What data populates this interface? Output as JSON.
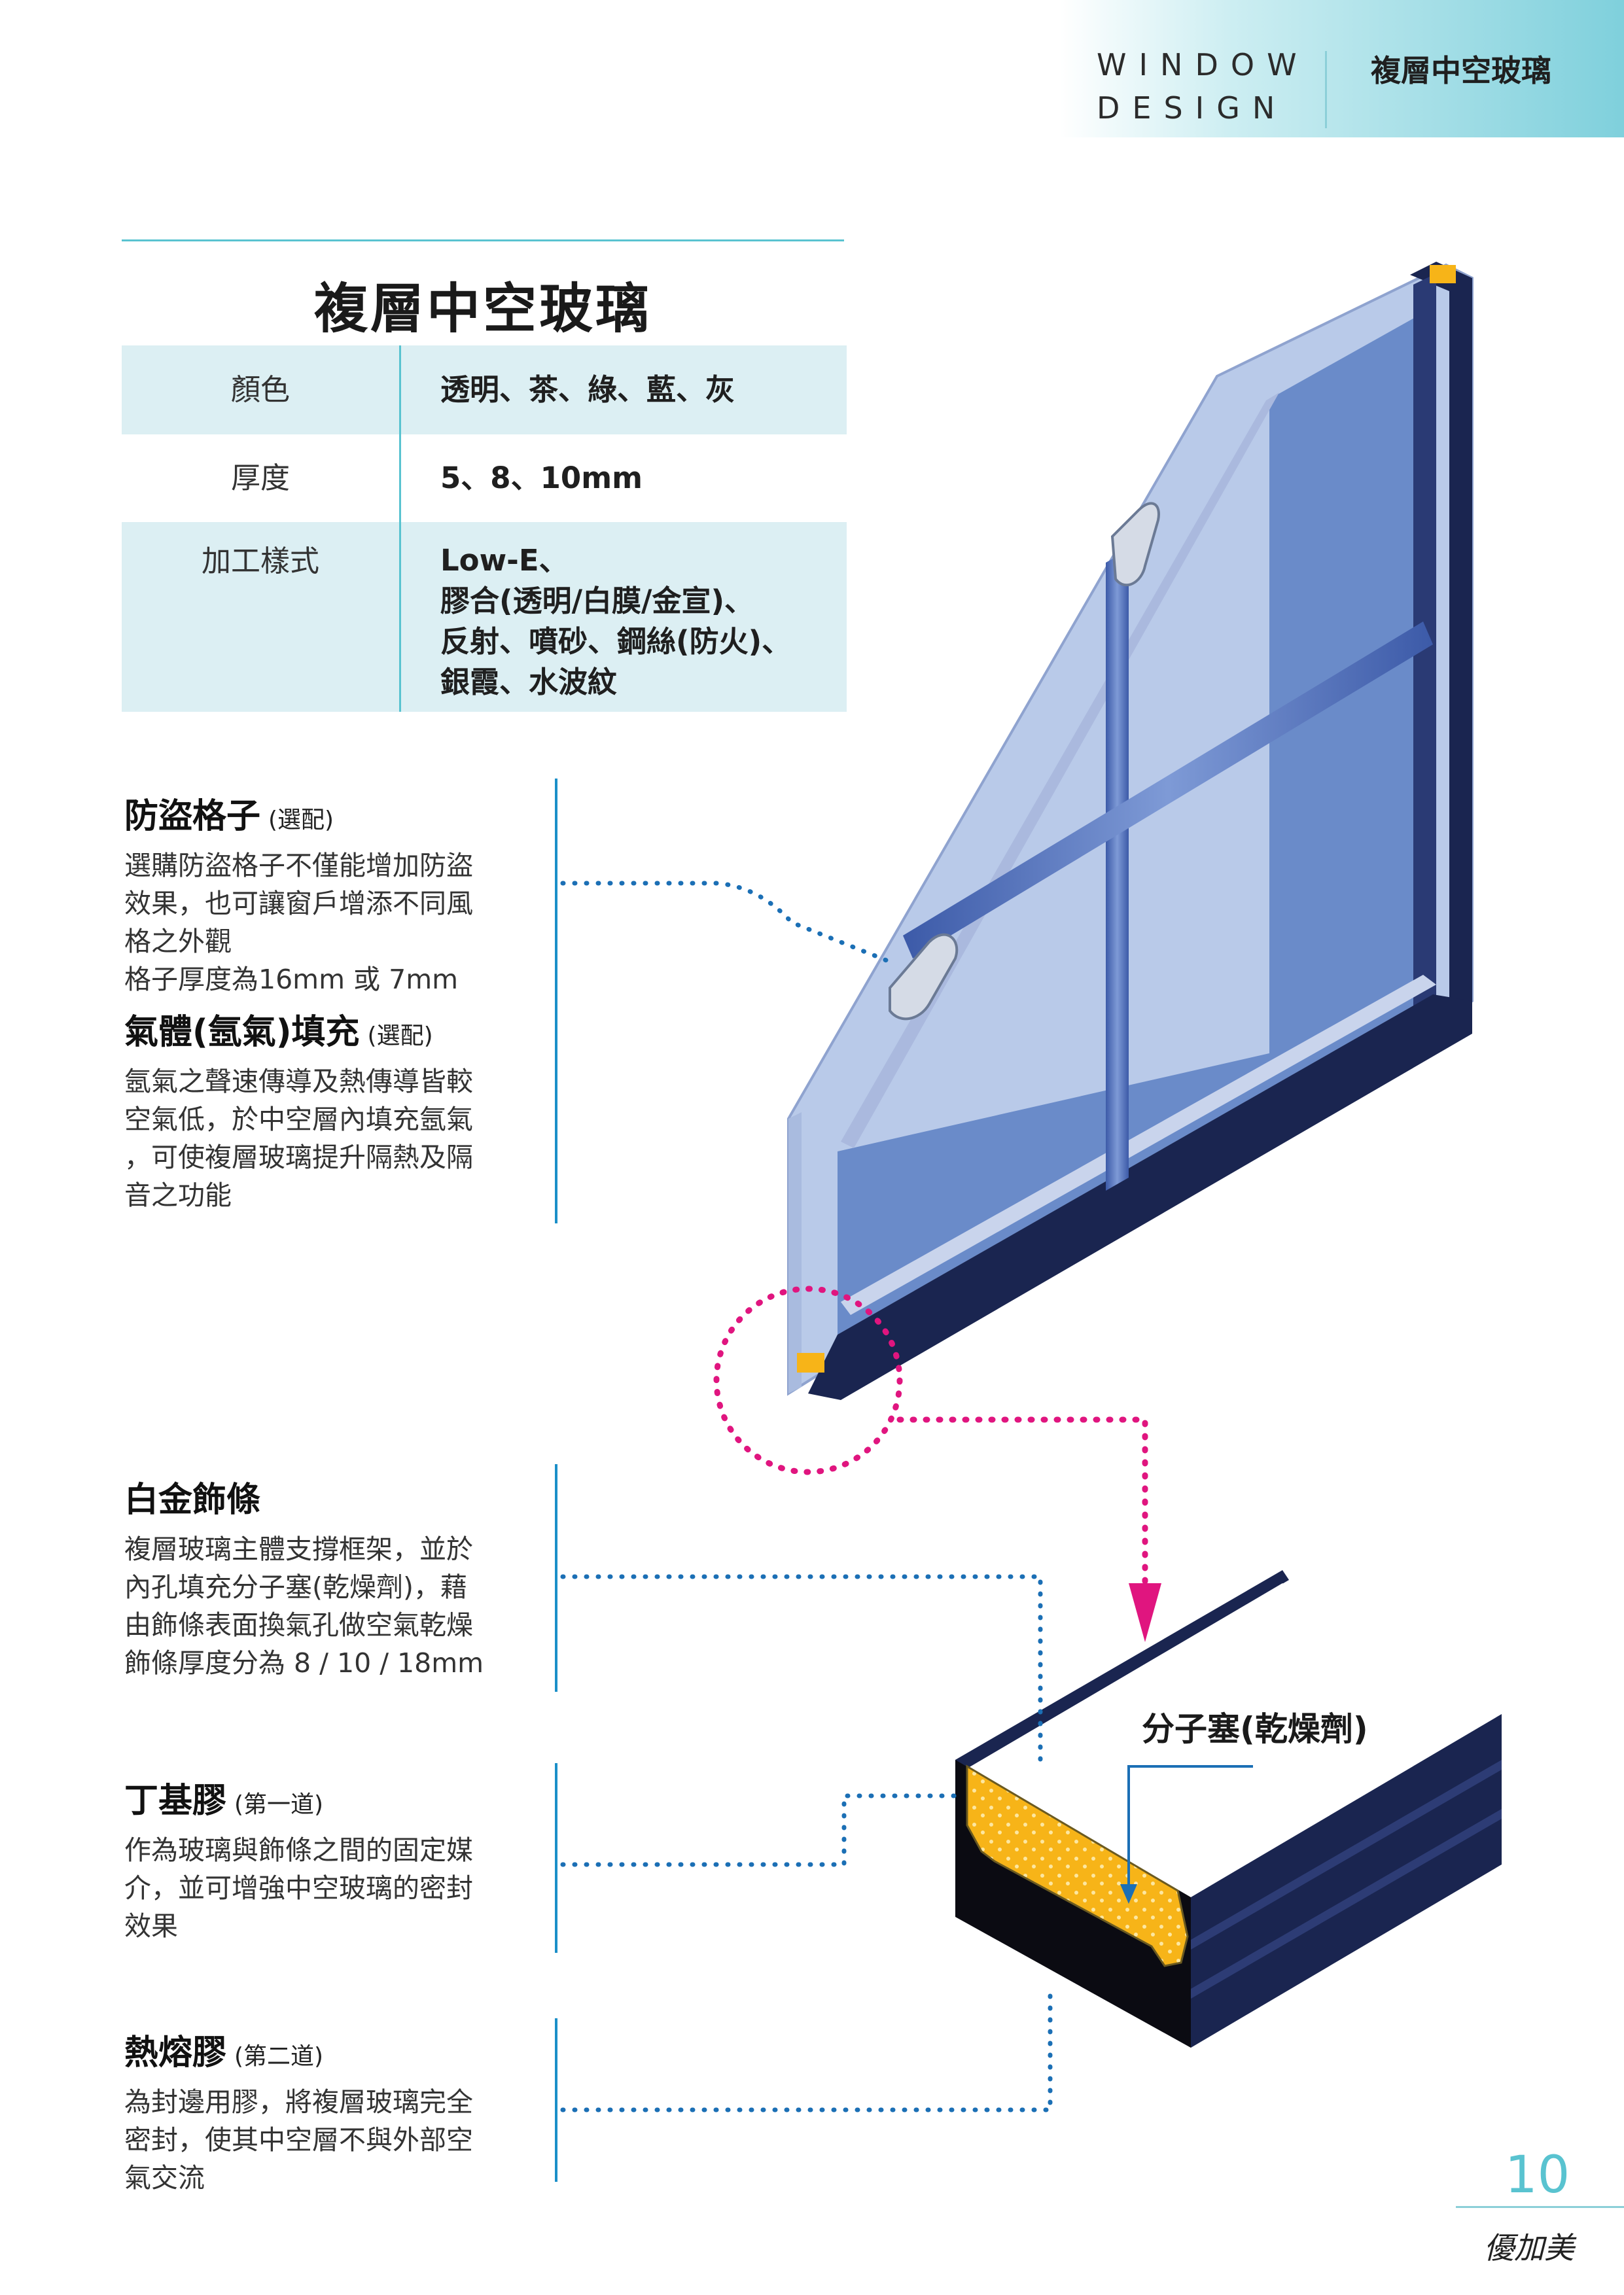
{
  "header": {
    "brand_line1": "WINDOW",
    "brand_line2": "DESIGN",
    "title": "複層中空玻璃"
  },
  "spec": {
    "title": "複層中空玻璃",
    "rows": [
      {
        "label": "顏色",
        "value": [
          "透明、茶、綠、藍、灰"
        ]
      },
      {
        "label": "厚度",
        "value": [
          "5、8、10mm"
        ]
      },
      {
        "label": "加工樣式",
        "value": [
          "Low-E、",
          "膠合(透明/白膜/金宣)、",
          "反射、噴砂、鋼絲(防火)、",
          "銀霞、水波紋"
        ]
      }
    ]
  },
  "features": [
    {
      "title": "防盜格子",
      "note": "(選配)",
      "body": [
        "選購防盜格子不僅能增加防盜",
        "效果，也可讓窗戶增添不同風",
        "格之外觀",
        "格子厚度為16mm 或 7mm"
      ]
    },
    {
      "title": "氣體(氬氣)填充",
      "note": "(選配)",
      "body": [
        "氬氣之聲速傳導及熱傳導皆較",
        "空氣低，於中空層內填充氬氣",
        "，可使複層玻璃提升隔熱及隔",
        "音之功能"
      ]
    },
    {
      "title": "白金飾條",
      "note": "",
      "body": [
        "複層玻璃主體支撐框架，並於",
        "內孔填充分子塞(乾燥劑)，藉",
        "由飾條表面換氣孔做空氣乾燥",
        "飾條厚度分為 8 / 10 / 18mm"
      ]
    },
    {
      "title": "丁基膠",
      "note": "(第一道)",
      "body": [
        "作為玻璃與飾條之間的固定媒",
        "介，並可增強中空玻璃的密封",
        "效果"
      ]
    },
    {
      "title": "熱熔膠",
      "note": "(第二道)",
      "body": [
        "為封邊用膠，將複層玻璃完全",
        "密封，使其中空層不與外部空",
        "氣交流"
      ]
    }
  ],
  "diagram": {
    "callout_label": "分子塞(乾燥劑)",
    "colors": {
      "glass_light": "#b8c9e8",
      "glass_blue": "#6a8bc9",
      "frame_navy": "#1a2550",
      "desiccant": "#f7b418",
      "dot_blue": "#1b6fb5",
      "dot_magenta": "#e0157f"
    }
  },
  "footer": {
    "page_number": "10",
    "signature": "優加美"
  }
}
